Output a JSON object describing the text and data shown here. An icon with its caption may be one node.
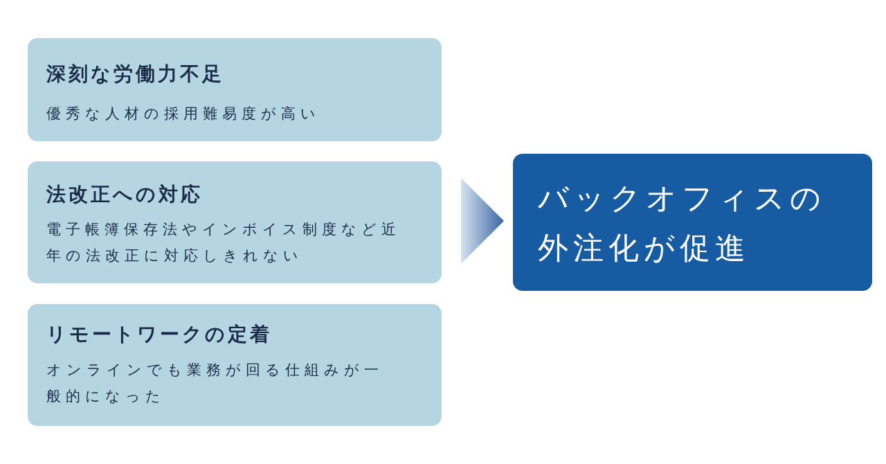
{
  "diagram": {
    "nodes": [
      {
        "text": [
          "深刻な労働力不足",
          "優秀な人材の採用難易度が高い"
        ]
      },
      {
        "text": [
          "法改正への対応",
          "電子帳簿保存法やインボイス制度など近年の法改正に対応しきれない"
        ]
      },
      {
        "text": [
          "リモートワークの定着",
          "オンラインでも業務が回る仕組みが一般的になった"
        ]
      },
      {
        "text": [
          "バックオフィスの外注化が促進"
        ]
      }
    ],
    "edges": [
      {
        "from": 1,
        "to": 3,
        "arrow": "to"
      }
    ]
  }
}
